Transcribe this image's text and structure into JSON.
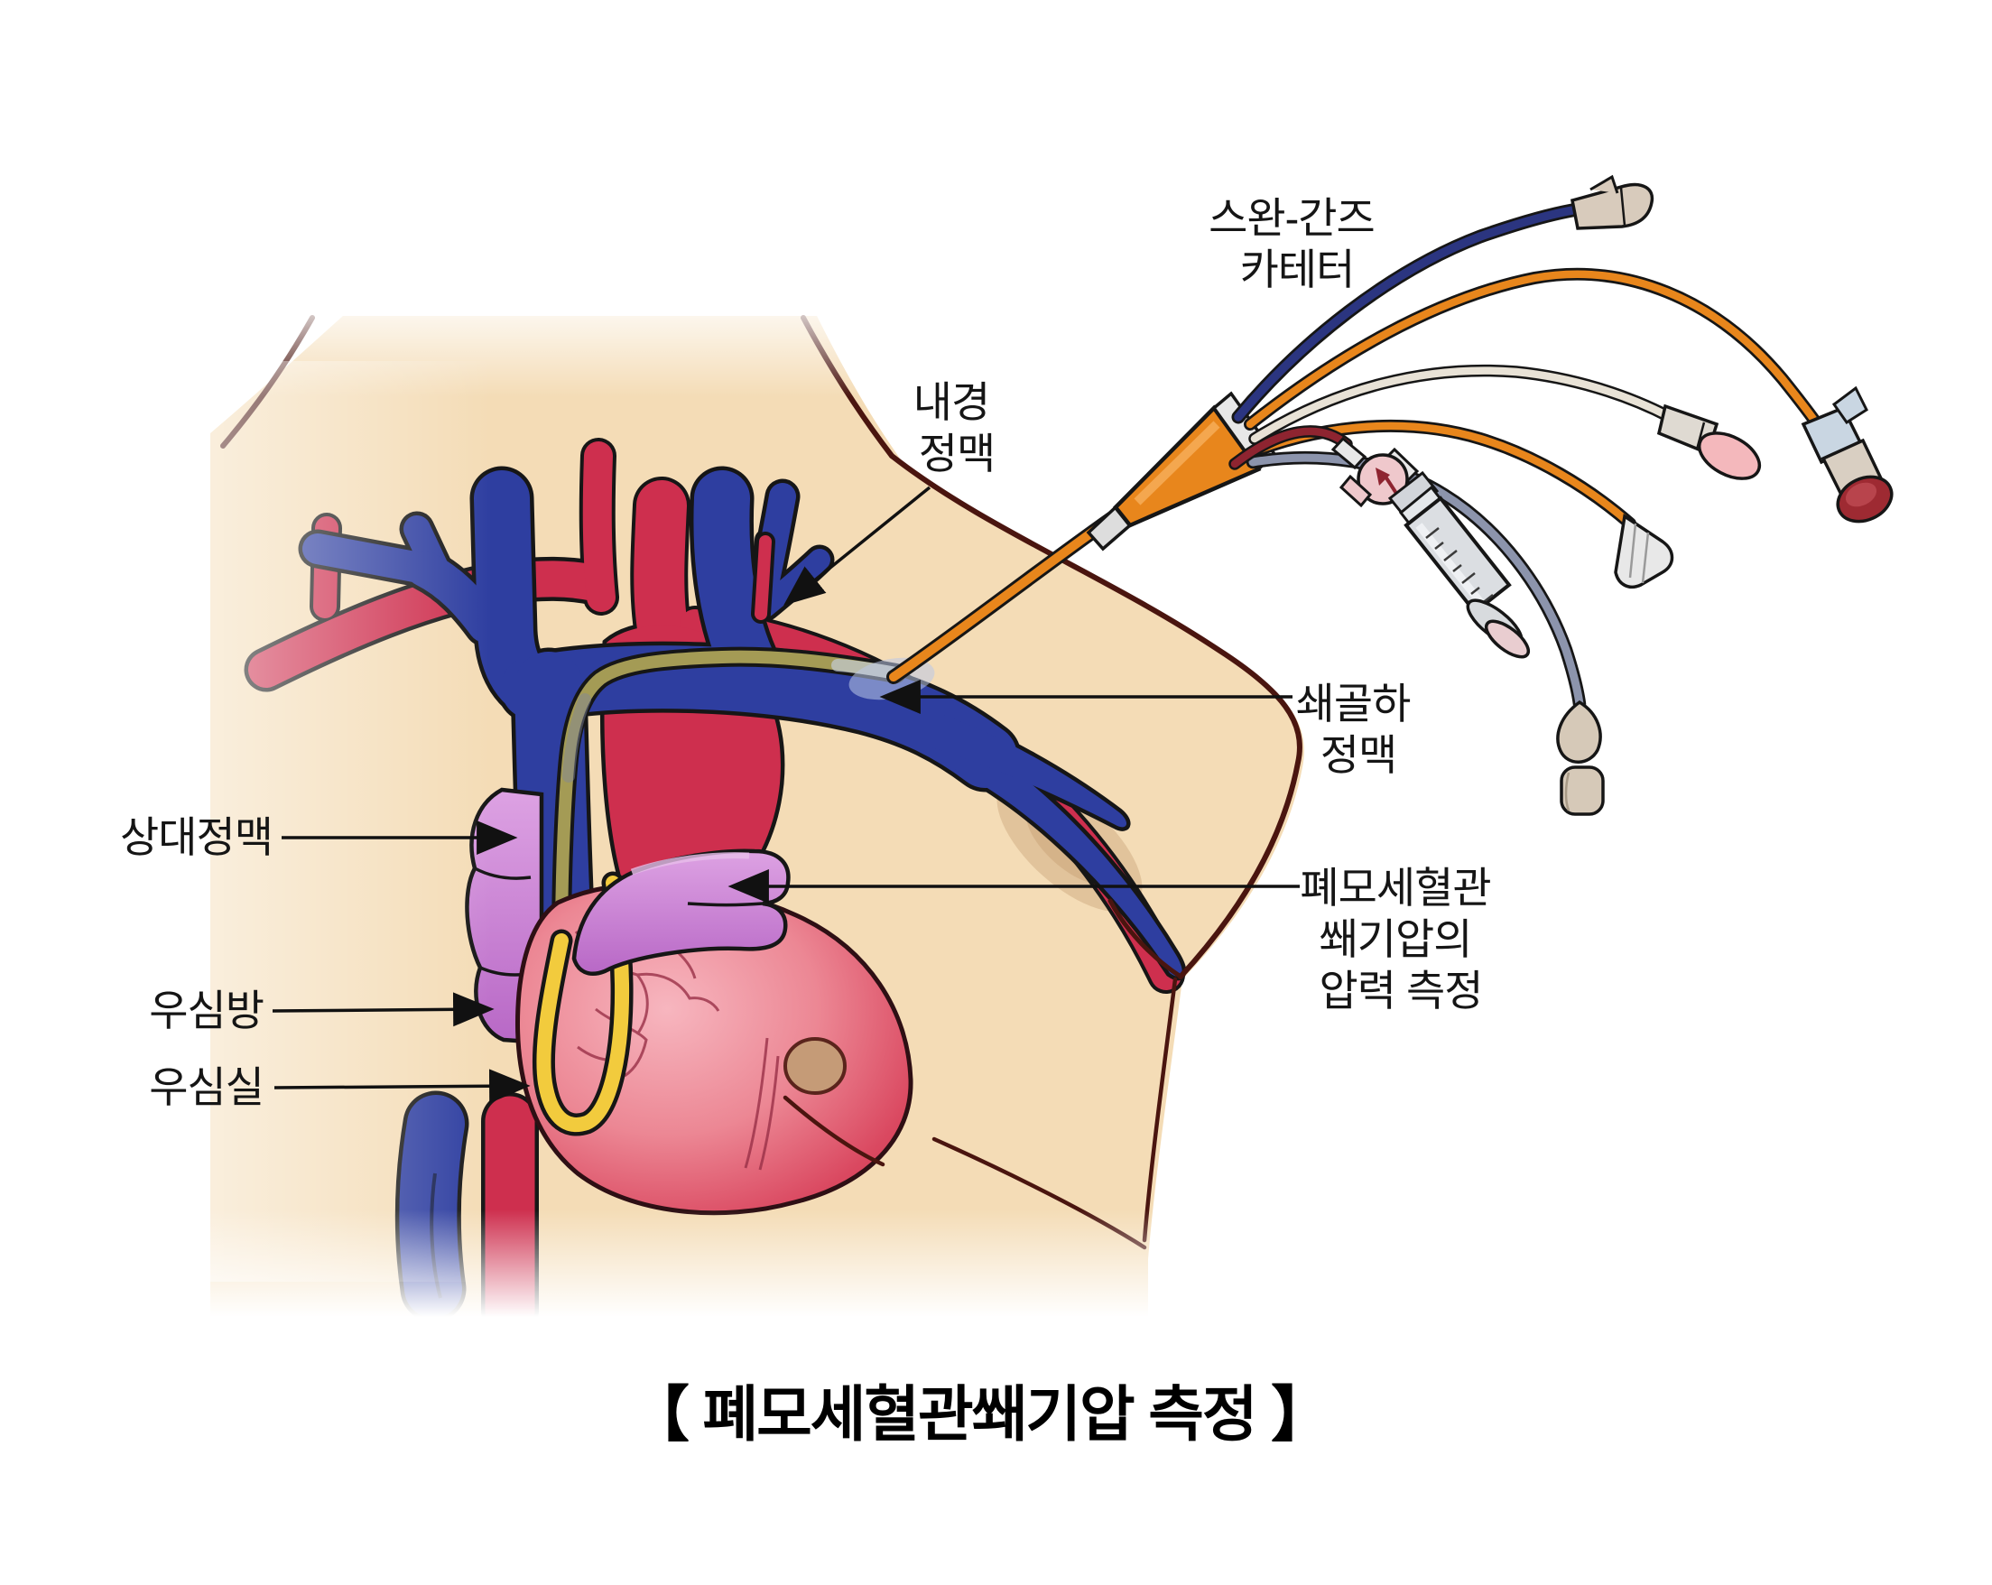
{
  "title": "【 폐모세혈관쐐기압 측정 】",
  "labels": {
    "swan_ganz": {
      "line1": "스완-간즈",
      "line2": "카테터"
    },
    "internal_jugular": {
      "line1": "내경",
      "line2": "정맥"
    },
    "subclavian": {
      "line1": "쇄골하",
      "line2": "정맥"
    },
    "pcwp": {
      "line1": "폐모세혈관",
      "line2": "쐐기압의",
      "line3": "압력 측정"
    },
    "svc": {
      "text": "상대정맥"
    },
    "right_atrium": {
      "text": "우심방"
    },
    "right_ventricle": {
      "text": "우심실"
    }
  },
  "colors": {
    "skin": "#F4DCB6",
    "bodyOutline": "#4A150F",
    "vein": "#2E3EA0",
    "artery": "#CE2F4E",
    "purple": "#C77CCF",
    "catheterYellow": "#F2CB3D",
    "olive": "#A49B55",
    "orange": "#E8861C",
    "navy": "#2B3580",
    "slate": "#8C94AC",
    "cream": "#E8E2D6",
    "darkRed": "#8E2430",
    "nipple": "#C59B77"
  }
}
